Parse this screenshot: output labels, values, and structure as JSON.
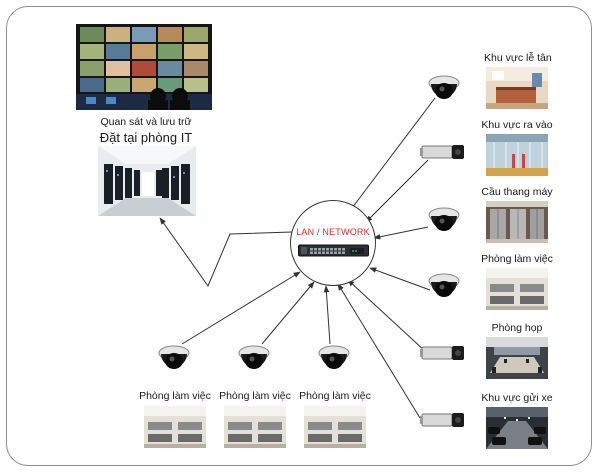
{
  "hub": {
    "label": "LAN / NETWORK"
  },
  "control_room": {
    "line1": "Quan sát và lưu trữ",
    "line2": "Đặt tại phòng IT"
  },
  "right_zones": [
    {
      "label": "Khu vực lễ tân",
      "camera": "dome"
    },
    {
      "label": "Khu vực ra vào",
      "camera": "box"
    },
    {
      "label": "Cầu thang máy",
      "camera": "dome"
    },
    {
      "label": "Phòng làm việc",
      "camera": "dome"
    },
    {
      "label": "Phòng họp",
      "camera": "box"
    },
    {
      "label": "Khu vực gửi xe",
      "camera": "box"
    }
  ],
  "bottom_zones": [
    {
      "label": "Phòng làm việc",
      "camera": "dome"
    },
    {
      "label": "Phòng làm việc",
      "camera": "dome"
    },
    {
      "label": "Phòng làm việc",
      "camera": "dome"
    }
  ],
  "icons": {
    "dome": "dome-camera-icon",
    "box": "box-camera-icon",
    "switch": "network-switch-icon"
  },
  "colors": {
    "hub_label": "#e0302a",
    "wire": "#333333",
    "frame": "#8f8f8f"
  }
}
